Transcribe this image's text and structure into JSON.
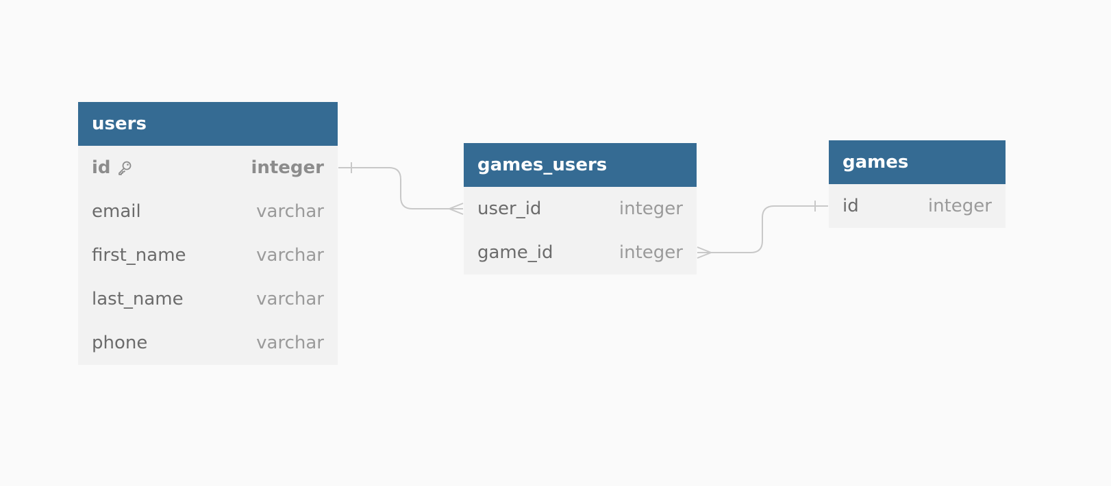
{
  "tables": {
    "users": {
      "name": "users",
      "columns": [
        {
          "name": "id",
          "type": "integer",
          "primary_key": true
        },
        {
          "name": "email",
          "type": "varchar"
        },
        {
          "name": "first_name",
          "type": "varchar"
        },
        {
          "name": "last_name",
          "type": "varchar"
        },
        {
          "name": "phone",
          "type": "varchar"
        }
      ]
    },
    "games_users": {
      "name": "games_users",
      "columns": [
        {
          "name": "user_id",
          "type": "integer"
        },
        {
          "name": "game_id",
          "type": "integer"
        }
      ]
    },
    "games": {
      "name": "games",
      "columns": [
        {
          "name": "id",
          "type": "integer"
        }
      ]
    }
  },
  "relations": [
    {
      "from": "users.id",
      "from_cardinality": "one",
      "to": "games_users.user_id",
      "to_cardinality": "many"
    },
    {
      "from": "games.id",
      "from_cardinality": "one",
      "to": "games_users.game_id",
      "to_cardinality": "many"
    }
  ],
  "colors": {
    "header": "#356b93",
    "header_text": "#ffffff",
    "body": "#f2f2f2",
    "background": "#fafafa",
    "connector": "#c8c8c8"
  },
  "icons": {
    "primary_key": "key-icon"
  }
}
